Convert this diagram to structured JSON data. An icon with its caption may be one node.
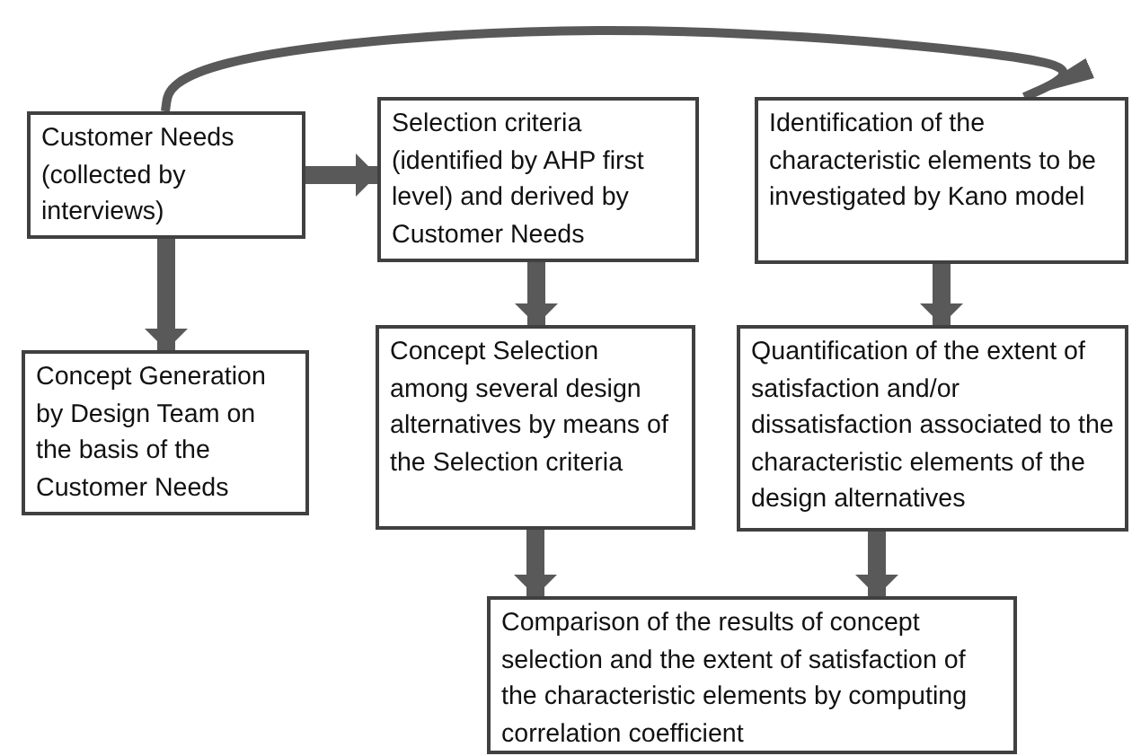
{
  "diagram": {
    "nodes": [
      {
        "text": [
          "Customer Needs (collected by interviews)"
        ]
      },
      {
        "text": [
          "Selection criteria (identified by AHP first level) and derived by Customer Needs"
        ]
      },
      {
        "text": [
          "Identification of the characteristic elements to be investigated by Kano model"
        ]
      },
      {
        "text": [
          "Concept Generation by Design Team on the basis of the Customer Needs"
        ]
      },
      {
        "text": [
          "Concept Selection among several design alternatives by means of the Selection criteria"
        ]
      },
      {
        "text": [
          "Quantification of the extent of satisfaction and/or dissatisfaction associated to the characteristic elements of the design alternatives"
        ]
      },
      {
        "text": [
          "Comparison of the results of concept selection and the extent of satisfaction of the characteristic elements by computing correlation coefficient"
        ]
      }
    ],
    "edges": [
      {
        "from": 0,
        "to": 1,
        "arrow": "to"
      },
      {
        "from": 0,
        "to": 3,
        "arrow": "to"
      },
      {
        "from": 1,
        "to": 4,
        "arrow": "to"
      },
      {
        "from": 2,
        "to": 5,
        "arrow": "to"
      },
      {
        "from": 4,
        "to": 6,
        "arrow": "to"
      },
      {
        "from": 5,
        "to": 6,
        "arrow": "to"
      },
      {
        "from": 0,
        "to": 2,
        "arrow": "to"
      }
    ]
  }
}
